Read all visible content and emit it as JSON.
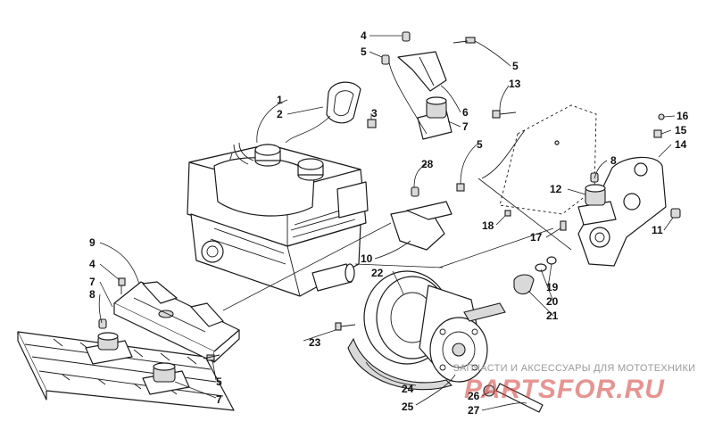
{
  "callouts": [
    {
      "id": "c-1",
      "label": "1"
    },
    {
      "id": "c-2",
      "label": "2"
    },
    {
      "id": "c-3",
      "label": "3"
    },
    {
      "id": "c-4-top",
      "label": "4"
    },
    {
      "id": "c-5-top-left",
      "label": "5"
    },
    {
      "id": "c-5-top-right",
      "label": "5"
    },
    {
      "id": "c-13",
      "label": "13"
    },
    {
      "id": "c-6",
      "label": "6"
    },
    {
      "id": "c-7-top",
      "label": "7"
    },
    {
      "id": "c-5-mid",
      "label": "5"
    },
    {
      "id": "c-28",
      "label": "28"
    },
    {
      "id": "c-16",
      "label": "16"
    },
    {
      "id": "c-15",
      "label": "15"
    },
    {
      "id": "c-14",
      "label": "14"
    },
    {
      "id": "c-8-right",
      "label": "8"
    },
    {
      "id": "c-12",
      "label": "12"
    },
    {
      "id": "c-18",
      "label": "18"
    },
    {
      "id": "c-17",
      "label": "17"
    },
    {
      "id": "c-11",
      "label": "11"
    },
    {
      "id": "c-9",
      "label": "9"
    },
    {
      "id": "c-10",
      "label": "10"
    },
    {
      "id": "c-22",
      "label": "22"
    },
    {
      "id": "c-4-left",
      "label": "4"
    },
    {
      "id": "c-7-left",
      "label": "7"
    },
    {
      "id": "c-8-left",
      "label": "8"
    },
    {
      "id": "c-19",
      "label": "19"
    },
    {
      "id": "c-20",
      "label": "20"
    },
    {
      "id": "c-21",
      "label": "21"
    },
    {
      "id": "c-23",
      "label": "23"
    },
    {
      "id": "c-5-bottom",
      "label": "5"
    },
    {
      "id": "c-7-bottom",
      "label": "7"
    },
    {
      "id": "c-24",
      "label": "24"
    },
    {
      "id": "c-25",
      "label": "25"
    },
    {
      "id": "c-26",
      "label": "26"
    },
    {
      "id": "c-27",
      "label": "27"
    }
  ],
  "watermark": {
    "caption": "ЗАПЧАСТИ И АКСЕССУАРЫ ДЛЯ МОТОТЕХНИКИ",
    "logo_main": "PARTSFOR",
    "logo_tld": ".RU",
    "color": "#d23c37"
  }
}
